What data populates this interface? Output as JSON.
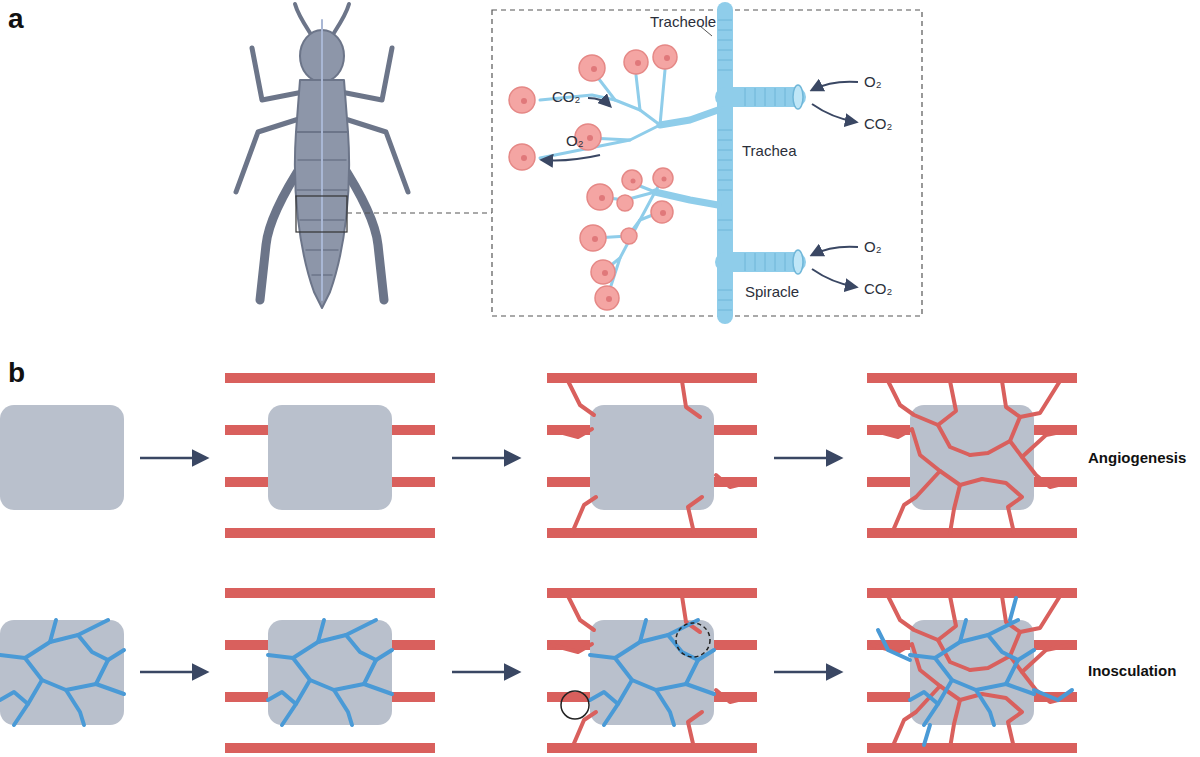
{
  "diagram": {
    "labels": [
      "a",
      "Tracheole",
      "CO₂",
      "O₂",
      "Trachea",
      "O₂",
      "CO₂",
      "O₂",
      "CO₂",
      "Spiracle",
      "b",
      "Angiogenesis",
      "Inosculation"
    ]
  }
}
